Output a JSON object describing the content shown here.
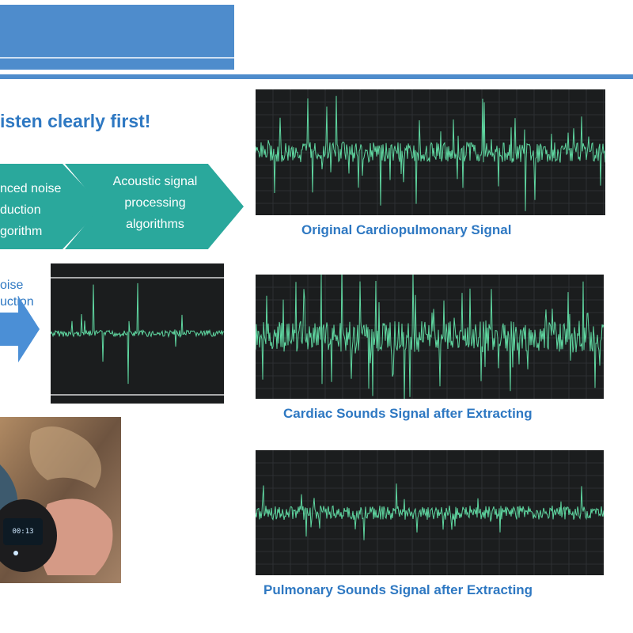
{
  "slide": {
    "headline": "isten clearly first!",
    "process": {
      "step1_lines": [
        "nced noise",
        "duction",
        "gorithm"
      ],
      "step2_lines": [
        "Acoustic signal",
        "processing",
        "algorithms"
      ]
    },
    "noise_label_lines": [
      "oise",
      "uction"
    ],
    "device_readout": "00:13"
  },
  "panels": {
    "original_caption": "Original Cardiopulmonary Signal",
    "cardiac_caption": "Cardiac Sounds Signal after Extracting",
    "pulmonary_caption": "Pulmonary Sounds Signal after Extracting"
  },
  "colors": {
    "accent_blue": "#4e8ccc",
    "teal": "#2aa89c",
    "waveform_green": "#5fd6a0",
    "panel_bg": "#1b1d1e",
    "caption_blue": "#2e78c2"
  }
}
